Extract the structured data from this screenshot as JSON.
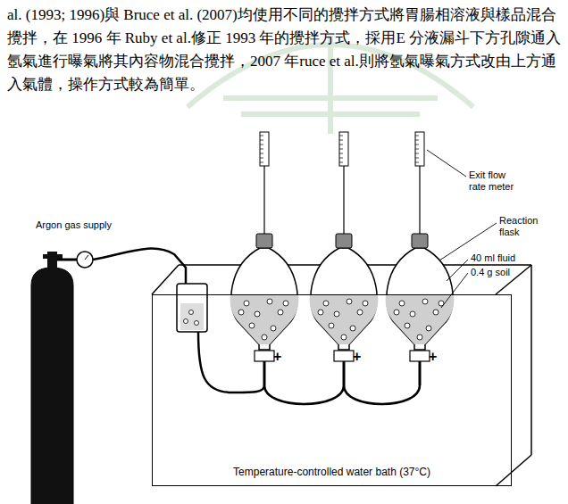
{
  "diagram": {
    "nodes": [
      {
        "text": [
          "Temperature-controlled water bath (37°C)"
        ]
      }
    ],
    "labels": [
      "al. (1993; 1996)與 Bruce et al. (2007)均使用不同的攪拌方式將胃腸相溶液與樣品混合攪拌，在 1996 年 Ruby et al.修正 1993 年的攪拌方式，採用E 分液漏斗下方孔隙通入氬氣進行曝氣將其內容物混合攪拌，2007 年ruce et al.則將氬氣曝氣方式改由上方通入氣體，操作方式較為簡單。",
      "Argon gas supply",
      "Exit flow rate meter",
      "Reaction flask",
      "40 ml fluid",
      "0.4 g soil",
      "+",
      "+",
      "+"
    ]
  }
}
